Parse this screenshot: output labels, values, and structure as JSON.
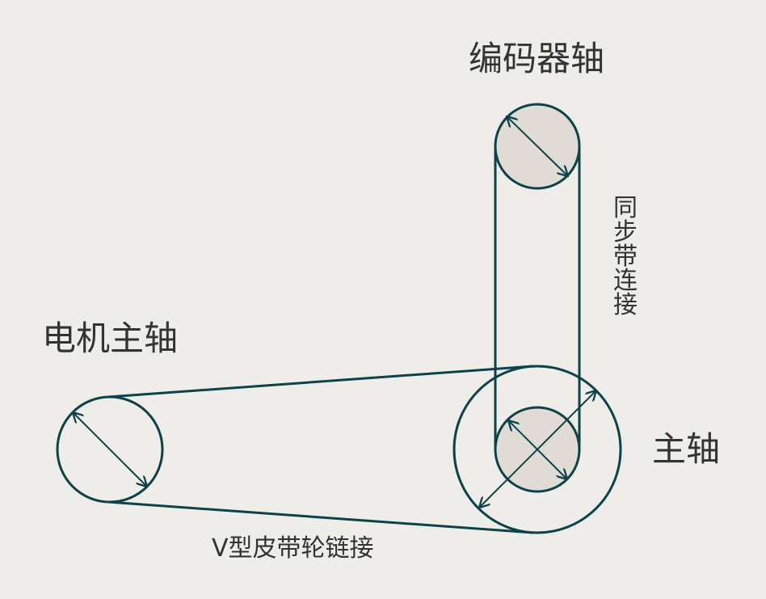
{
  "labels": {
    "encoder_shaft": "编码器轴",
    "motor_shaft": "电机主轴",
    "spindle": "主轴",
    "v_belt": "V型皮带轮链接",
    "sync_belt": "同步带连接"
  },
  "colors": {
    "background": "#efedea",
    "stroke": "#0d4249",
    "pulley_fill": "#e0dcd5",
    "text": "#333333"
  }
}
